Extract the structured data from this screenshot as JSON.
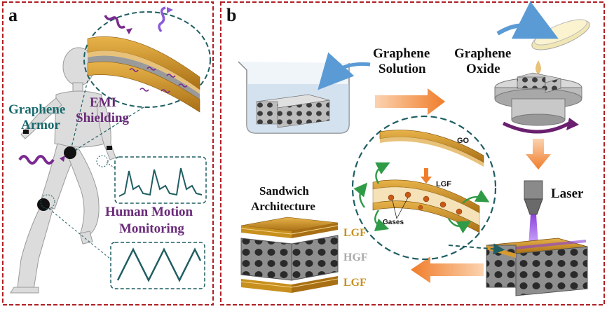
{
  "panel_a": {
    "letter": "a",
    "graphene_armor": [
      "Graphene",
      "Armor"
    ],
    "emi_shielding": [
      "EMI",
      "Shielding"
    ],
    "human_motion": [
      "Human Motion",
      "Monitoring"
    ]
  },
  "panel_b": {
    "letter": "b",
    "graphene_solution": [
      "Graphene",
      "Solution"
    ],
    "graphene_oxide": [
      "Graphene",
      "Oxide"
    ],
    "go_label": "GO",
    "lgf_label": "LGF",
    "gases_label": "Gases",
    "laser_label": "Laser",
    "sandwich": [
      "Sandwich",
      "Architecture"
    ],
    "layers": [
      "LGF",
      "HGF",
      "LGF"
    ]
  },
  "colors": {
    "frame": "#b01f24",
    "teal_text": "#1a6b6e",
    "purple_text": "#6a2a7a",
    "gold": "#c8901e",
    "orange_arrow": "#f07d2a",
    "dashed": "#1f5e62"
  }
}
